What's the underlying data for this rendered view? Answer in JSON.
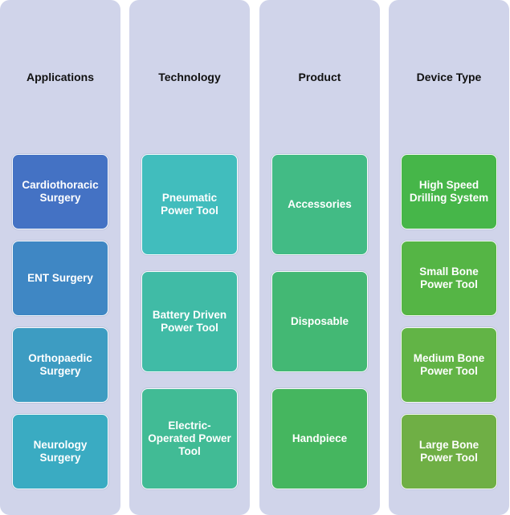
{
  "columns": [
    {
      "title": "Applications",
      "items": [
        {
          "label": "Cardiothoracic Surgery",
          "color": "#4472c4"
        },
        {
          "label": "ENT Surgery",
          "color": "#3f87c4"
        },
        {
          "label": "Orthopaedic Surgery",
          "color": "#3d9cc2"
        },
        {
          "label": "Neurology Surgery",
          "color": "#3aabc2"
        }
      ]
    },
    {
      "title": "Technology",
      "items": [
        {
          "label": "Pneumatic Power Tool",
          "color": "#41bdbd"
        },
        {
          "label": "Battery Driven Power Tool",
          "color": "#40bba6"
        },
        {
          "label": "Electric-Operated Power Tool",
          "color": "#41bb95"
        }
      ]
    },
    {
      "title": "Product",
      "items": [
        {
          "label": "Accessories",
          "color": "#42bb85"
        },
        {
          "label": "Disposable",
          "color": "#43b874"
        },
        {
          "label": "Handpiece",
          "color": "#45b65f"
        }
      ]
    },
    {
      "title": "Device Type",
      "items": [
        {
          "label": "High Speed Drilling System",
          "color": "#46b649"
        },
        {
          "label": "Small Bone Power Tool",
          "color": "#55b545"
        },
        {
          "label": "Medium Bone Power Tool",
          "color": "#62b446"
        },
        {
          "label": "Large Bone Power Tool",
          "color": "#6faf45"
        }
      ]
    }
  ]
}
